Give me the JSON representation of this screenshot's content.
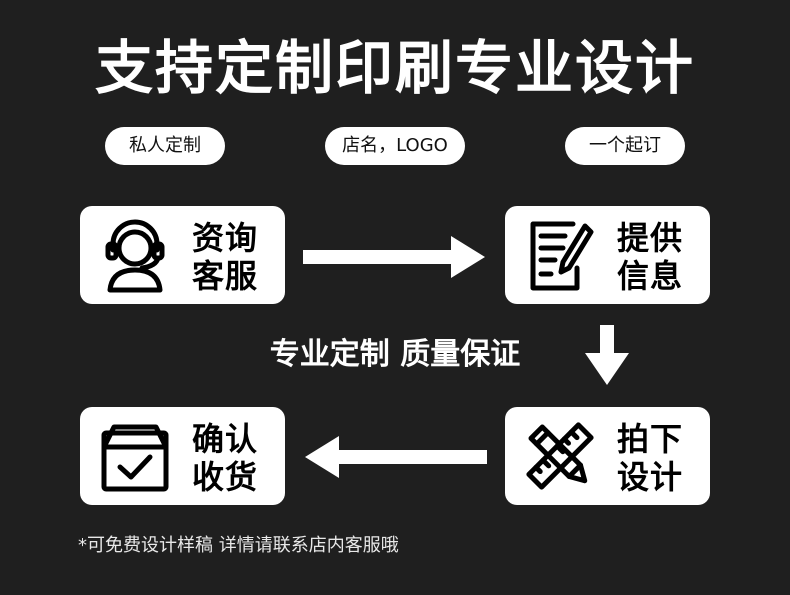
{
  "title": "支持定制印刷专业设计",
  "tags": [
    "私人定制",
    "店名，LOGO",
    "一个起订"
  ],
  "steps": {
    "consult": {
      "line1": "资询",
      "line2": "客服",
      "icon": "customer-service-icon"
    },
    "provide": {
      "line1": "提供",
      "line2": "信息",
      "icon": "document-edit-icon"
    },
    "design": {
      "line1": "拍下",
      "line2": "设计",
      "icon": "pencil-ruler-icon"
    },
    "confirm": {
      "line1": "确认",
      "line2": "收货",
      "icon": "package-check-icon"
    }
  },
  "middle_text": "专业定制 质量保证",
  "footnote": "*可免费设计样稿  详情请联系店内客服哦",
  "colors": {
    "background": "#1f1f1f",
    "card": "#ffffff",
    "text": "#ffffff"
  }
}
